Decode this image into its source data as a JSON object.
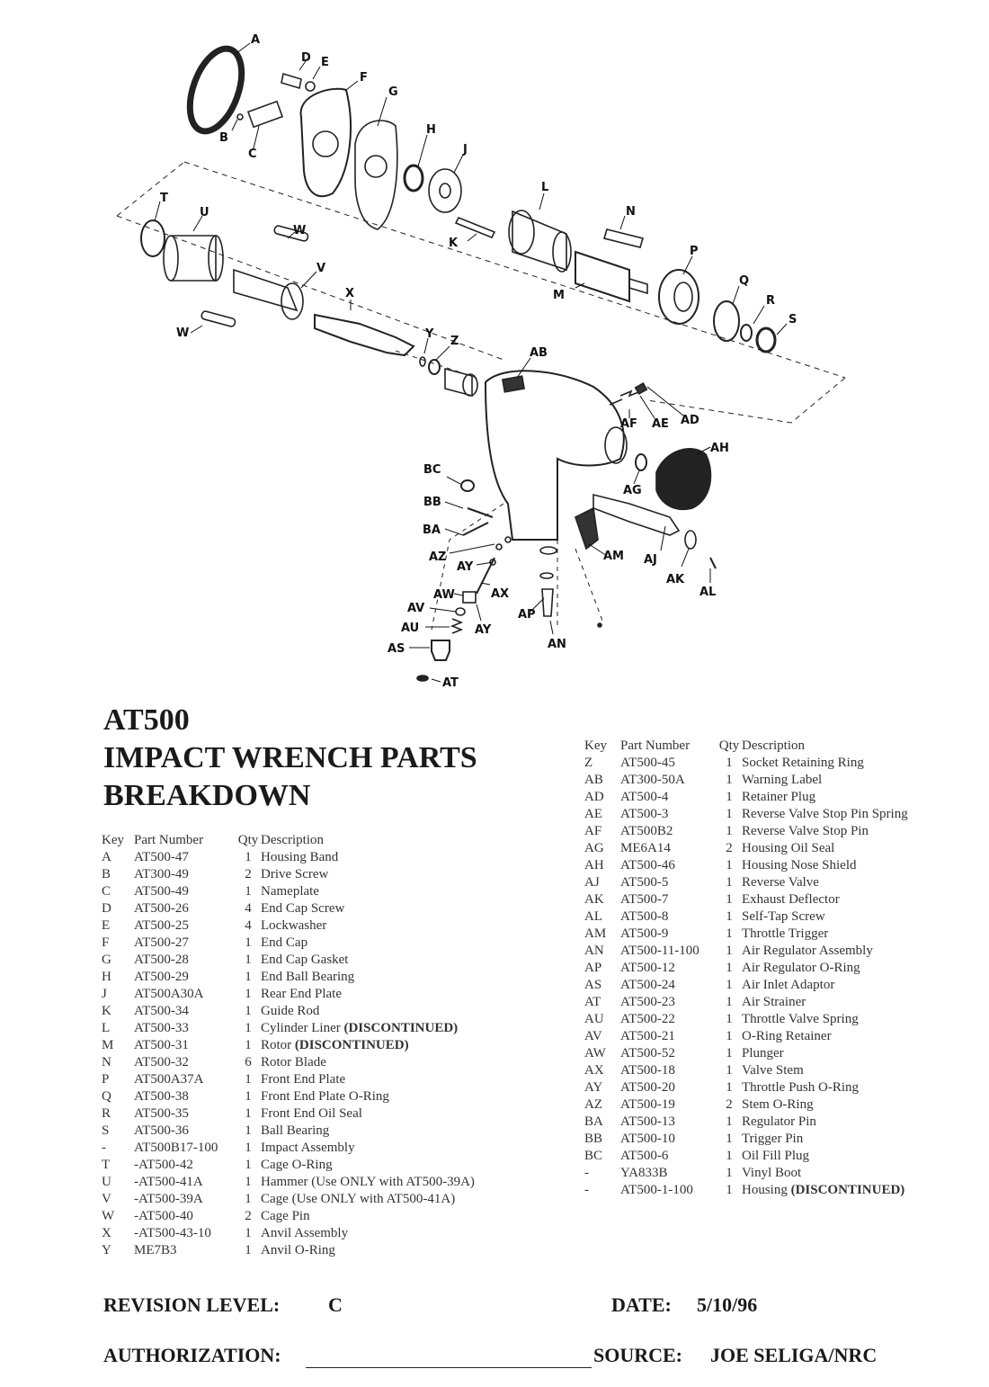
{
  "title": {
    "line1": "AT500",
    "line2": "IMPACT WRENCH PARTS",
    "line3": "BREAKDOWN"
  },
  "callouts": {
    "A": "A",
    "B": "B",
    "C": "C",
    "D": "D",
    "E": "E",
    "F": "F",
    "G": "G",
    "H": "H",
    "J": "J",
    "K": "K",
    "L": "L",
    "M": "M",
    "N": "N",
    "P": "P",
    "Q": "Q",
    "R": "R",
    "S": "S",
    "T": "T",
    "U": "U",
    "V": "V",
    "W1": "W",
    "W2": "W",
    "X": "X",
    "Y": "Y",
    "Z": "Z",
    "AB": "AB",
    "AD": "AD",
    "AE": "AE",
    "AF": "AF",
    "AG": "AG",
    "AH": "AH",
    "AJ": "AJ",
    "AK": "AK",
    "AL": "AL",
    "AM": "AM",
    "AN": "AN",
    "AP": "AP",
    "AS": "AS",
    "AT": "AT",
    "AU": "AU",
    "AV": "AV",
    "AW": "AW",
    "AX": "AX",
    "AY1": "AY",
    "AY2": "AY",
    "AZ": "AZ",
    "BA": "BA",
    "BB": "BB",
    "BC": "BC"
  },
  "table_headers": {
    "key": "Key",
    "part": "Part Number",
    "qty": "Qty",
    "desc": "Description"
  },
  "parts_left": [
    {
      "key": "A",
      "part": "AT500-47",
      "qty": "1",
      "desc": "Housing Band"
    },
    {
      "key": "B",
      "part": "AT300-49",
      "qty": "2",
      "desc": "Drive Screw"
    },
    {
      "key": "C",
      "part": "AT500-49",
      "qty": "1",
      "desc": "Nameplate"
    },
    {
      "key": "D",
      "part": "AT500-26",
      "qty": "4",
      "desc": "End Cap Screw"
    },
    {
      "key": "E",
      "part": "AT500-25",
      "qty": "4",
      "desc": "Lockwasher"
    },
    {
      "key": "F",
      "part": "AT500-27",
      "qty": "1",
      "desc": "End Cap"
    },
    {
      "key": "G",
      "part": "AT500-28",
      "qty": "1",
      "desc": "End Cap Gasket"
    },
    {
      "key": "H",
      "part": "AT500-29",
      "qty": "1",
      "desc": "End Ball Bearing"
    },
    {
      "key": "J",
      "part": "AT500A30A",
      "qty": "1",
      "desc": "Rear End Plate"
    },
    {
      "key": "K",
      "part": "AT500-34",
      "qty": "1",
      "desc": "Guide Rod"
    },
    {
      "key": "L",
      "part": "AT500-33",
      "qty": "1",
      "desc": "Cylinder Liner",
      "note": "(DISCONTINUED)"
    },
    {
      "key": "M",
      "part": "AT500-31",
      "qty": "1",
      "desc": "Rotor",
      "note": "(DISCONTINUED)"
    },
    {
      "key": "N",
      "part": "AT500-32",
      "qty": "6",
      "desc": "Rotor Blade"
    },
    {
      "key": "P",
      "part": "AT500A37A",
      "qty": "1",
      "desc": "Front End Plate"
    },
    {
      "key": "Q",
      "part": "AT500-38",
      "qty": "1",
      "desc": "Front End Plate O-Ring"
    },
    {
      "key": "R",
      "part": "AT500-35",
      "qty": "1",
      "desc": "Front End Oil Seal"
    },
    {
      "key": "S",
      "part": "AT500-36",
      "qty": "1",
      "desc": "Ball Bearing"
    },
    {
      "key": "-",
      "part": "AT500B17-100",
      "qty": "1",
      "desc": "Impact Assembly"
    },
    {
      "key": "T",
      "part": "-AT500-42",
      "qty": "1",
      "desc": "Cage O-Ring"
    },
    {
      "key": "U",
      "part": "-AT500-41A",
      "qty": "1",
      "desc": "Hammer (Use ONLY with AT500-39A)"
    },
    {
      "key": "V",
      "part": "-AT500-39A",
      "qty": "1",
      "desc": "Cage (Use ONLY with AT500-41A)"
    },
    {
      "key": "W",
      "part": "-AT500-40",
      "qty": "2",
      "desc": "Cage Pin"
    },
    {
      "key": "X",
      "part": "-AT500-43-10",
      "qty": "1",
      "desc": "Anvil Assembly"
    },
    {
      "key": "Y",
      "part": "ME7B3",
      "qty": "1",
      "desc": "Anvil O-Ring"
    }
  ],
  "parts_right": [
    {
      "key": "Z",
      "part": "AT500-45",
      "qty": "1",
      "desc": "Socket Retaining Ring"
    },
    {
      "key": "AB",
      "part": "AT300-50A",
      "qty": "1",
      "desc": "Warning Label"
    },
    {
      "key": "AD",
      "part": "AT500-4",
      "qty": "1",
      "desc": "Retainer Plug"
    },
    {
      "key": "AE",
      "part": "AT500-3",
      "qty": "1",
      "desc": "Reverse Valve Stop Pin Spring"
    },
    {
      "key": "AF",
      "part": "AT500B2",
      "qty": "1",
      "desc": "Reverse Valve Stop Pin"
    },
    {
      "key": "AG",
      "part": "ME6A14",
      "qty": "2",
      "desc": "Housing Oil Seal"
    },
    {
      "key": "AH",
      "part": "AT500-46",
      "qty": "1",
      "desc": "Housing Nose Shield"
    },
    {
      "key": "AJ",
      "part": "AT500-5",
      "qty": "1",
      "desc": "Reverse Valve"
    },
    {
      "key": "AK",
      "part": "AT500-7",
      "qty": "1",
      "desc": "Exhaust Deflector"
    },
    {
      "key": "AL",
      "part": "AT500-8",
      "qty": "1",
      "desc": "Self-Tap Screw"
    },
    {
      "key": "AM",
      "part": "AT500-9",
      "qty": "1",
      "desc": "Throttle Trigger"
    },
    {
      "key": "AN",
      "part": "AT500-11-100",
      "qty": "1",
      "desc": "Air Regulator Assembly"
    },
    {
      "key": "AP",
      "part": "AT500-12",
      "qty": "1",
      "desc": "Air Regulator O-Ring"
    },
    {
      "key": "AS",
      "part": "AT500-24",
      "qty": "1",
      "desc": "Air Inlet Adaptor"
    },
    {
      "key": "AT",
      "part": "AT500-23",
      "qty": "1",
      "desc": "Air Strainer"
    },
    {
      "key": "AU",
      "part": "AT500-22",
      "qty": "1",
      "desc": "Throttle Valve Spring"
    },
    {
      "key": "AV",
      "part": "AT500-21",
      "qty": "1",
      "desc": "O-Ring Retainer"
    },
    {
      "key": "AW",
      "part": "AT500-52",
      "qty": "1",
      "desc": "Plunger"
    },
    {
      "key": "AX",
      "part": "AT500-18",
      "qty": "1",
      "desc": "Valve Stem"
    },
    {
      "key": "AY",
      "part": "AT500-20",
      "qty": "1",
      "desc": "Throttle Push O-Ring"
    },
    {
      "key": "AZ",
      "part": "AT500-19",
      "qty": "2",
      "desc": "Stem O-Ring"
    },
    {
      "key": "BA",
      "part": "AT500-13",
      "qty": "1",
      "desc": "Regulator Pin"
    },
    {
      "key": "BB",
      "part": "AT500-10",
      "qty": "1",
      "desc": "Trigger Pin"
    },
    {
      "key": "BC",
      "part": "AT500-6",
      "qty": "1",
      "desc": "Oil Fill Plug"
    },
    {
      "key": "-",
      "part": "YA833B",
      "qty": "1",
      "desc": "Vinyl Boot"
    },
    {
      "key": "-",
      "part": "AT500-1-100",
      "qty": "1",
      "desc": "Housing",
      "note": "(DISCONTINUED)"
    }
  ],
  "footer": {
    "revision_label": "REVISION LEVEL:",
    "revision_value": "C",
    "date_label": "DATE:",
    "date_value": "5/10/96",
    "authorization_label": "AUTHORIZATION:",
    "source_label": "SOURCE:",
    "source_value": "JOE SELIGA/NRC"
  }
}
